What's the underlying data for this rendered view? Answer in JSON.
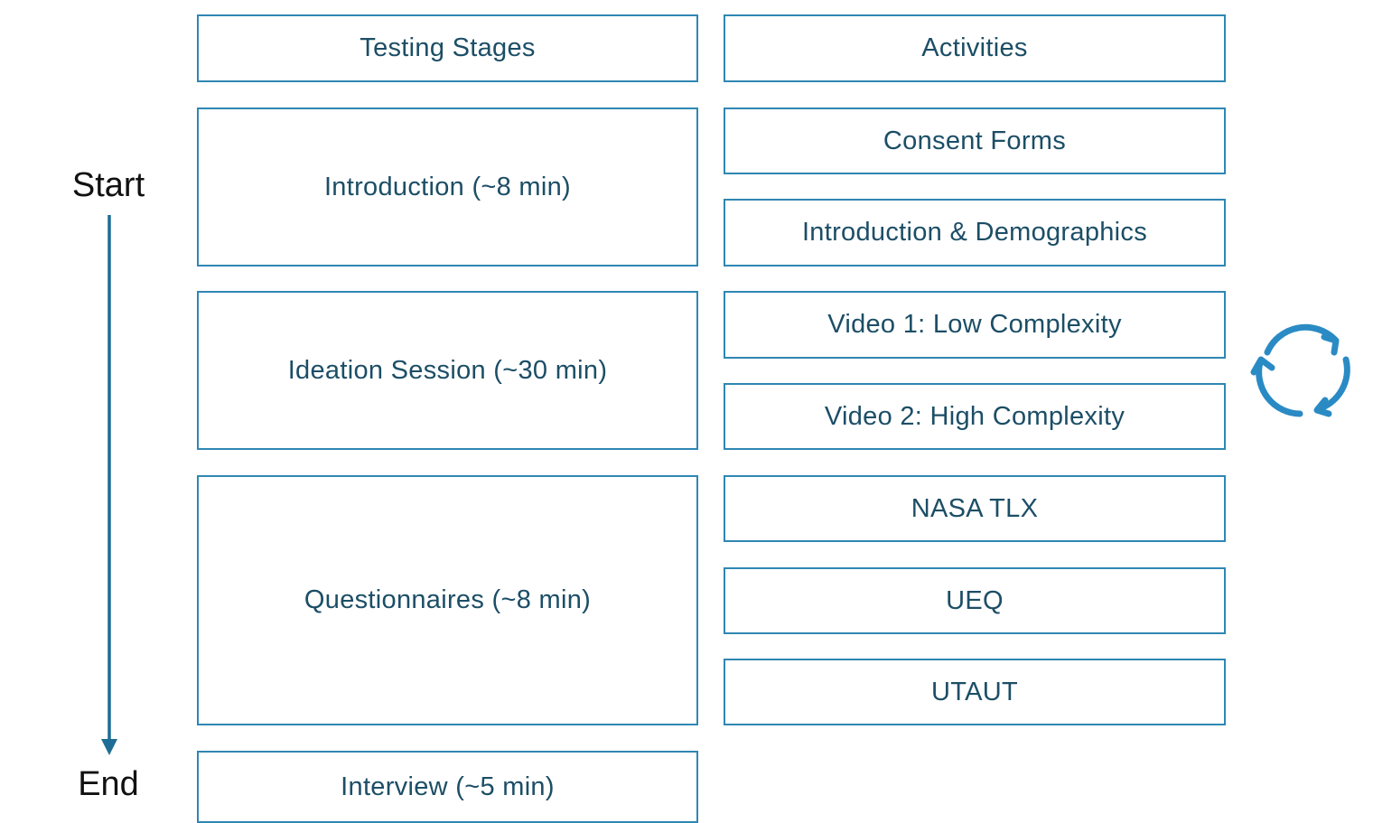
{
  "flow": {
    "start_label": "Start",
    "end_label": "End"
  },
  "headers": {
    "stages": "Testing Stages",
    "activities": "Activities"
  },
  "stages": [
    {
      "label": "Introduction (~8 min)"
    },
    {
      "label": "Ideation Session (~30 min)"
    },
    {
      "label": "Questionnaires (~8 min)"
    },
    {
      "label": "Interview (~5 min)"
    }
  ],
  "activities": [
    {
      "label": "Consent Forms"
    },
    {
      "label": "Introduction & Demographics"
    },
    {
      "label": "Video 1: Low Complexity"
    },
    {
      "label": "Video 2: High Complexity"
    },
    {
      "label": "NASA TLX"
    },
    {
      "label": "UEQ"
    },
    {
      "label": "UTAUT"
    }
  ],
  "icons": {
    "cycle": "cycle-arrows-icon",
    "flow_arrow": "down-arrow-icon"
  },
  "colors": {
    "box_border": "#2f87b3",
    "box_text": "#1c4e66",
    "arrow": "#1f6d94",
    "cycle_icon": "#2a8bc4"
  }
}
